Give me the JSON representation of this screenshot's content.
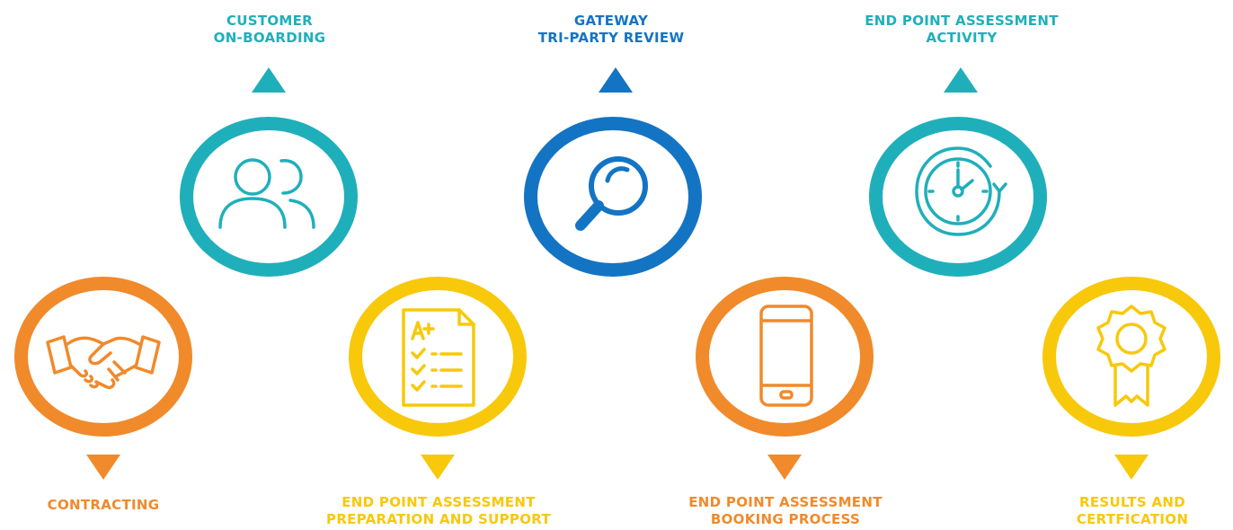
{
  "steps": [
    {
      "id": "contracting",
      "lines": [
        "CONTRACTING",
        ""
      ],
      "icon": "handshake-icon",
      "color": "#F08A2B"
    },
    {
      "id": "onboarding",
      "lines": [
        "CUSTOMER",
        "ON-BOARDING"
      ],
      "icon": "users-icon",
      "color": "#1FAFBB"
    },
    {
      "id": "preparation",
      "lines": [
        "END POINT ASSESSMENT",
        "PREPARATION AND SUPPORT"
      ],
      "icon": "graded-checklist-icon",
      "color": "#F8C80A"
    },
    {
      "id": "gateway",
      "lines": [
        "GATEWAY",
        "TRI-PARTY REVIEW"
      ],
      "icon": "magnifier-icon",
      "color": "#1474C4"
    },
    {
      "id": "booking",
      "lines": [
        "END POINT ASSESSMENT",
        "BOOKING PROCESS"
      ],
      "icon": "smartphone-icon",
      "color": "#F08A2B"
    },
    {
      "id": "activity",
      "lines": [
        "END POINT ASSESSMENT",
        "ACTIVITY"
      ],
      "icon": "clock-icon",
      "color": "#1FAFBB"
    },
    {
      "id": "results",
      "lines": [
        "RESULTS AND",
        "CERTFICATION"
      ],
      "icon": "award-rosette-icon",
      "color": "#F8C80A"
    }
  ]
}
